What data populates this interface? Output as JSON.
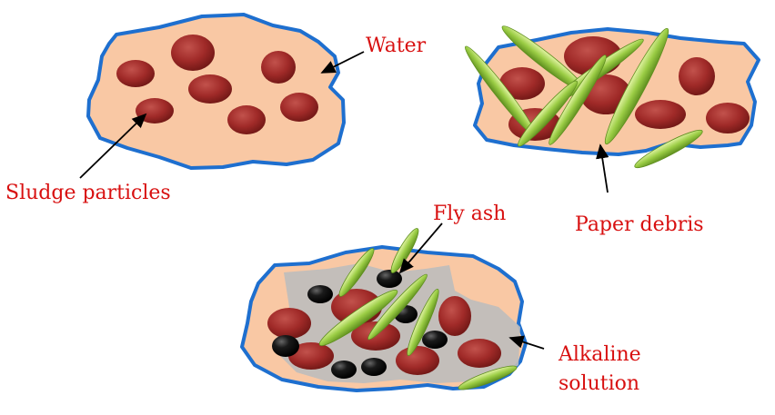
{
  "labels": {
    "water": "Water",
    "sludge_particles": "Sludge particles",
    "paper_debris": "Paper debris",
    "fly_ash": "Fly ash",
    "alkaline_line1": "Alkaline",
    "alkaline_line2": "solution"
  },
  "colors": {
    "label_text": "#d81010",
    "water_fill": "#f9c8a4",
    "water_outline": "#1e6fcf",
    "sludge_particle": "#a02a28",
    "paper_debris": "#8fc63f",
    "fly_ash": "#111111",
    "alkaline_solution": "#bdbdbd",
    "arrow": "#000000"
  }
}
